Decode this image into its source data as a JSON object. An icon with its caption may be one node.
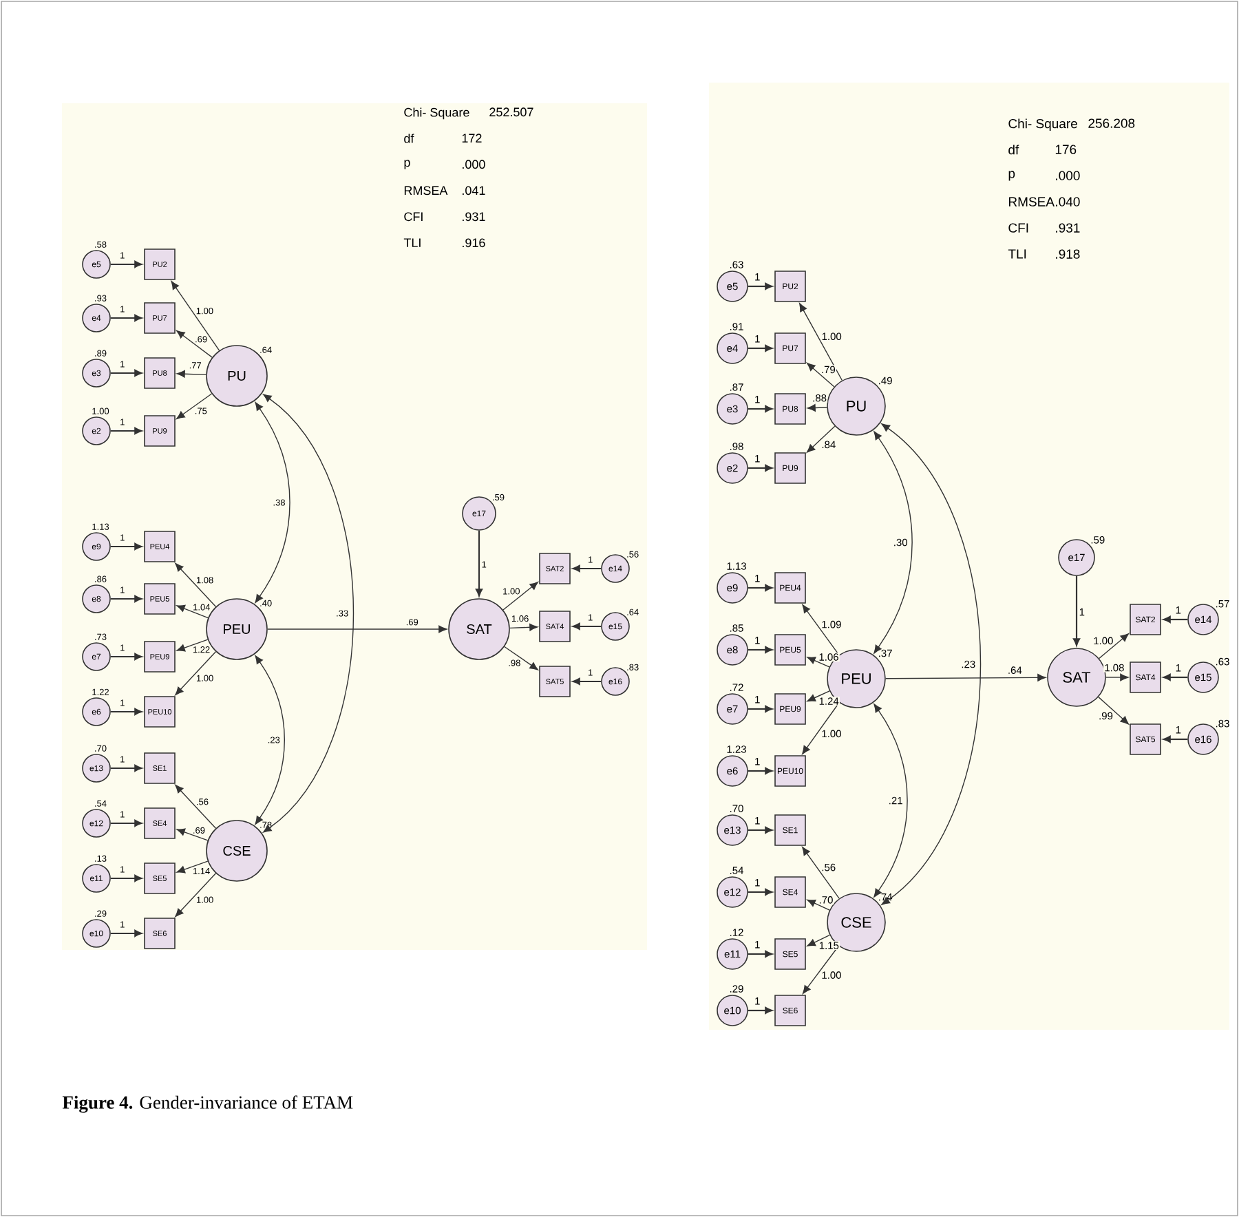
{
  "diagram": {
    "caption": "**Figure 4.** Gender-invariance of ETAM",
    "nodes": [
      {
        "text": [
          "e5"
        ],
        "beside": [
          ".58"
        ]
      },
      {
        "text": [
          "PU2"
        ]
      },
      {
        "text": [
          "e4"
        ],
        "beside": [
          ".93"
        ]
      },
      {
        "text": [
          "PU7"
        ]
      },
      {
        "text": [
          "e3"
        ],
        "beside": [
          ".89"
        ]
      },
      {
        "text": [
          "PU8"
        ]
      },
      {
        "text": [
          "e2"
        ],
        "beside": [
          "1.00"
        ]
      },
      {
        "text": [
          "PU9"
        ]
      },
      {
        "text": [
          "PU"
        ],
        "beside": [
          ".64"
        ]
      },
      {
        "text": [
          "e9"
        ],
        "beside": [
          "1.13"
        ]
      },
      {
        "text": [
          "PEU4"
        ]
      },
      {
        "text": [
          "e8"
        ],
        "beside": [
          ".86"
        ]
      },
      {
        "text": [
          "PEU5"
        ]
      },
      {
        "text": [
          "e7"
        ],
        "beside": [
          ".73"
        ]
      },
      {
        "text": [
          "PEU9"
        ]
      },
      {
        "text": [
          "e6"
        ],
        "beside": [
          "1.22"
        ]
      },
      {
        "text": [
          "PEU10"
        ]
      },
      {
        "text": [
          "PEU"
        ],
        "beside": [
          ".40"
        ]
      },
      {
        "text": [
          "e13"
        ],
        "beside": [
          ".70"
        ]
      },
      {
        "text": [
          "SE1"
        ]
      },
      {
        "text": [
          "e12"
        ],
        "beside": [
          ".54"
        ]
      },
      {
        "text": [
          "SE4"
        ]
      },
      {
        "text": [
          "e11"
        ],
        "beside": [
          ".13"
        ]
      },
      {
        "text": [
          "SE5"
        ]
      },
      {
        "text": [
          "e10"
        ],
        "beside": [
          ".29"
        ]
      },
      {
        "text": [
          "SE6"
        ]
      },
      {
        "text": [
          "CSE"
        ],
        "beside": [
          ".78"
        ]
      },
      {
        "text": [
          "e17"
        ],
        "beside": [
          ".59"
        ]
      },
      {
        "text": [
          "SAT"
        ]
      },
      {
        "text": [
          "SAT2"
        ]
      },
      {
        "text": [
          "e14"
        ],
        "beside": [
          ".56"
        ]
      },
      {
        "text": [
          "SAT4"
        ]
      },
      {
        "text": [
          "e15"
        ],
        "beside": [
          ".64"
        ]
      },
      {
        "text": [
          "SAT5"
        ]
      },
      {
        "text": [
          "e16"
        ],
        "beside": [
          ".83"
        ]
      },
      {
        "text": [
          "e5"
        ],
        "beside": [
          ".63"
        ]
      },
      {
        "text": [
          "PU2"
        ]
      },
      {
        "text": [
          "e4"
        ],
        "beside": [
          ".91"
        ]
      },
      {
        "text": [
          "PU7"
        ]
      },
      {
        "text": [
          "e3"
        ],
        "beside": [
          ".87"
        ]
      },
      {
        "text": [
          "PU8"
        ]
      },
      {
        "text": [
          "e2"
        ],
        "beside": [
          ".98"
        ]
      },
      {
        "text": [
          "PU9"
        ]
      },
      {
        "text": [
          "PU"
        ],
        "beside": [
          ".49"
        ]
      },
      {
        "text": [
          "e9"
        ],
        "beside": [
          "1.13"
        ]
      },
      {
        "text": [
          "PEU4"
        ]
      },
      {
        "text": [
          "e8"
        ],
        "beside": [
          ".85"
        ]
      },
      {
        "text": [
          "PEU5"
        ]
      },
      {
        "text": [
          "e7"
        ],
        "beside": [
          ".72"
        ]
      },
      {
        "text": [
          "PEU9"
        ]
      },
      {
        "text": [
          "e6"
        ],
        "beside": [
          "1.23"
        ]
      },
      {
        "text": [
          "PEU10"
        ]
      },
      {
        "text": [
          "PEU"
        ],
        "beside": [
          ".37"
        ]
      },
      {
        "text": [
          "e13"
        ],
        "beside": [
          ".70"
        ]
      },
      {
        "text": [
          "SE1"
        ]
      },
      {
        "text": [
          "e12"
        ],
        "beside": [
          ".54"
        ]
      },
      {
        "text": [
          "SE4"
        ]
      },
      {
        "text": [
          "e11"
        ],
        "beside": [
          ".12"
        ]
      },
      {
        "text": [
          "SE5"
        ]
      },
      {
        "text": [
          "e10"
        ],
        "beside": [
          ".29"
        ]
      },
      {
        "text": [
          "SE6"
        ]
      },
      {
        "text": [
          "CSE"
        ],
        "beside": [
          ".74"
        ]
      },
      {
        "text": [
          "e17"
        ],
        "beside": [
          ".59"
        ]
      },
      {
        "text": [
          "SAT"
        ]
      },
      {
        "text": [
          "SAT2"
        ]
      },
      {
        "text": [
          "e14"
        ],
        "beside": [
          ".57"
        ]
      },
      {
        "text": [
          "SAT4"
        ]
      },
      {
        "text": [
          "e15"
        ],
        "beside": [
          ".63"
        ]
      },
      {
        "text": [
          "SAT5"
        ]
      },
      {
        "text": [
          "e16"
        ],
        "beside": [
          ".83"
        ]
      }
    ],
    "edges": [
      {
        "from": 0,
        "to": 1,
        "arrow": "to",
        "label": "1"
      },
      {
        "from": 2,
        "to": 3,
        "arrow": "to",
        "label": "1"
      },
      {
        "from": 4,
        "to": 5,
        "arrow": "to",
        "label": "1"
      },
      {
        "from": 6,
        "to": 7,
        "arrow": "to",
        "label": "1"
      },
      {
        "from": 9,
        "to": 10,
        "arrow": "to",
        "label": "1"
      },
      {
        "from": 11,
        "to": 12,
        "arrow": "to",
        "label": "1"
      },
      {
        "from": 13,
        "to": 14,
        "arrow": "to",
        "label": "1"
      },
      {
        "from": 15,
        "to": 16,
        "arrow": "to",
        "label": "1"
      },
      {
        "from": 18,
        "to": 19,
        "arrow": "to",
        "label": "1"
      },
      {
        "from": 20,
        "to": 21,
        "arrow": "to",
        "label": "1"
      },
      {
        "from": 22,
        "to": 23,
        "arrow": "to",
        "label": "1"
      },
      {
        "from": 24,
        "to": 25,
        "arrow": "to",
        "label": "1"
      },
      {
        "from": 30,
        "to": 29,
        "arrow": "to",
        "label": "1"
      },
      {
        "from": 32,
        "to": 31,
        "arrow": "to",
        "label": "1"
      },
      {
        "from": 34,
        "to": 33,
        "arrow": "to",
        "label": "1"
      },
      {
        "from": 8,
        "to": 1,
        "arrow": "to",
        "label": "1.00"
      },
      {
        "from": 8,
        "to": 3,
        "arrow": "to",
        "label": ".69"
      },
      {
        "from": 8,
        "to": 5,
        "arrow": "to",
        "label": ".77"
      },
      {
        "from": 8,
        "to": 7,
        "arrow": "to",
        "label": ".75"
      },
      {
        "from": 17,
        "to": 10,
        "arrow": "to",
        "label": "1.08"
      },
      {
        "from": 17,
        "to": 12,
        "arrow": "to",
        "label": "1.04"
      },
      {
        "from": 17,
        "to": 14,
        "arrow": "to",
        "label": "1.22"
      },
      {
        "from": 17,
        "to": 16,
        "arrow": "to",
        "label": "1.00"
      },
      {
        "from": 26,
        "to": 19,
        "arrow": "to",
        "label": ".56"
      },
      {
        "from": 26,
        "to": 21,
        "arrow": "to",
        "label": ".69"
      },
      {
        "from": 26,
        "to": 23,
        "arrow": "to",
        "label": "1.14"
      },
      {
        "from": 26,
        "to": 25,
        "arrow": "to",
        "label": "1.00"
      },
      {
        "from": 28,
        "to": 29,
        "arrow": "to",
        "label": "1.00"
      },
      {
        "from": 28,
        "to": 31,
        "arrow": "to",
        "label": "1.06"
      },
      {
        "from": 28,
        "to": 33,
        "arrow": "to",
        "label": ".98"
      },
      {
        "from": 27,
        "to": 28,
        "arrow": "to",
        "label": "1"
      },
      {
        "from": 17,
        "to": 28,
        "arrow": "to",
        "label": ".69"
      },
      {
        "from": 8,
        "to": 17,
        "arrow": "both",
        "label": ".38"
      },
      {
        "from": 8,
        "to": 26,
        "arrow": "both",
        "label": ".33"
      },
      {
        "from": 17,
        "to": 26,
        "arrow": "both",
        "label": ".23"
      },
      {
        "from": 35,
        "to": 36,
        "arrow": "to",
        "label": "1"
      },
      {
        "from": 37,
        "to": 38,
        "arrow": "to",
        "label": "1"
      },
      {
        "from": 39,
        "to": 40,
        "arrow": "to",
        "label": "1"
      },
      {
        "from": 41,
        "to": 42,
        "arrow": "to",
        "label": "1"
      },
      {
        "from": 44,
        "to": 45,
        "arrow": "to",
        "label": "1"
      },
      {
        "from": 46,
        "to": 47,
        "arrow": "to",
        "label": "1"
      },
      {
        "from": 48,
        "to": 49,
        "arrow": "to",
        "label": "1"
      },
      {
        "from": 50,
        "to": 51,
        "arrow": "to",
        "label": "1"
      },
      {
        "from": 53,
        "to": 54,
        "arrow": "to",
        "label": "1"
      },
      {
        "from": 55,
        "to": 56,
        "arrow": "to",
        "label": "1"
      },
      {
        "from": 57,
        "to": 58,
        "arrow": "to",
        "label": "1"
      },
      {
        "from": 59,
        "to": 60,
        "arrow": "to",
        "label": "1"
      },
      {
        "from": 65,
        "to": 64,
        "arrow": "to",
        "label": "1"
      },
      {
        "from": 67,
        "to": 66,
        "arrow": "to",
        "label": "1"
      },
      {
        "from": 69,
        "to": 68,
        "arrow": "to",
        "label": "1"
      },
      {
        "from": 43,
        "to": 36,
        "arrow": "to",
        "label": "1.00"
      },
      {
        "from": 43,
        "to": 38,
        "arrow": "to",
        "label": ".79"
      },
      {
        "from": 43,
        "to": 40,
        "arrow": "to",
        "label": ".88"
      },
      {
        "from": 43,
        "to": 42,
        "arrow": "to",
        "label": ".84"
      },
      {
        "from": 52,
        "to": 45,
        "arrow": "to",
        "label": "1.09"
      },
      {
        "from": 52,
        "to": 47,
        "arrow": "to",
        "label": "1.06"
      },
      {
        "from": 52,
        "to": 49,
        "arrow": "to",
        "label": "1.24"
      },
      {
        "from": 52,
        "to": 51,
        "arrow": "to",
        "label": "1.00"
      },
      {
        "from": 61,
        "to": 54,
        "arrow": "to",
        "label": ".56"
      },
      {
        "from": 61,
        "to": 56,
        "arrow": "to",
        "label": ".70"
      },
      {
        "from": 61,
        "to": 58,
        "arrow": "to",
        "label": "1.15"
      },
      {
        "from": 61,
        "to": 60,
        "arrow": "to",
        "label": "1.00"
      },
      {
        "from": 63,
        "to": 64,
        "arrow": "to",
        "label": "1.00"
      },
      {
        "from": 63,
        "to": 66,
        "arrow": "to",
        "label": "1.08"
      },
      {
        "from": 63,
        "to": 68,
        "arrow": "to",
        "label": ".99"
      },
      {
        "from": 62,
        "to": 63,
        "arrow": "to",
        "label": "1"
      },
      {
        "from": 52,
        "to": 63,
        "arrow": "to",
        "label": ".64"
      },
      {
        "from": 43,
        "to": 52,
        "arrow": "both",
        "label": ".30"
      },
      {
        "from": 43,
        "to": 61,
        "arrow": "both",
        "label": ".23"
      },
      {
        "from": 52,
        "to": 61,
        "arrow": "both",
        "label": ".21"
      }
    ],
    "labels": [
      "Chi- Square",
      "252.507",
      "df",
      "172",
      "p",
      ".000",
      "RMSEA",
      ".041",
      "CFI",
      ".931",
      "TLI",
      ".916",
      "Chi- Square",
      "256.208",
      "df",
      "176",
      "p",
      ".000",
      "RMSEA",
      ".040",
      "CFI",
      ".931",
      "TLI",
      ".918"
    ]
  }
}
